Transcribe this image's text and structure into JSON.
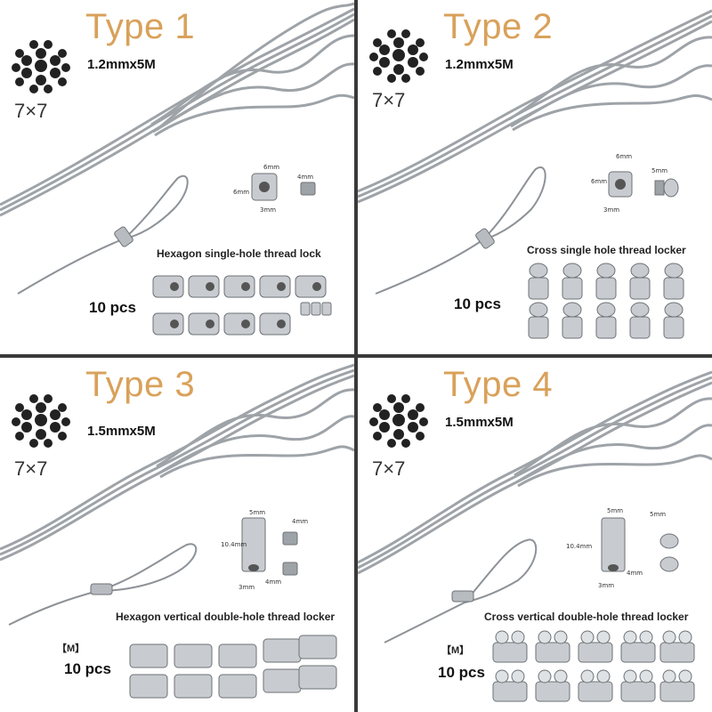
{
  "panels": [
    {
      "title": "Type 1",
      "strand_label": "7×7",
      "size": "1.2mmx5M",
      "part_name": "Hexagon single-hole thread lock",
      "quantity": "10 pcs",
      "tag": "",
      "dimensions": [
        "6mm",
        "6mm",
        "4mm",
        "3mm"
      ]
    },
    {
      "title": "Type 2",
      "strand_label": "7×7",
      "size": "1.2mmx5M",
      "part_name": "Cross single hole thread locker",
      "quantity": "10 pcs",
      "tag": "",
      "dimensions": [
        "6mm",
        "6mm",
        "5mm",
        "3mm"
      ]
    },
    {
      "title": "Type 3",
      "strand_label": "7×7",
      "size": "1.5mmx5M",
      "part_name": "Hexagon vertical double-hole thread locker",
      "quantity": "10 pcs",
      "tag": "【M】",
      "dimensions": [
        "5mm",
        "10.4mm",
        "4mm",
        "3mm",
        "4mm"
      ]
    },
    {
      "title": "Type 4",
      "strand_label": "7×7",
      "size": "1.5mmx5M",
      "part_name": "Cross vertical double-hole thread locker",
      "quantity": "10 pcs",
      "tag": "【M】",
      "dimensions": [
        "5mm",
        "10.4mm",
        "5mm",
        "3mm",
        "4mm"
      ]
    }
  ],
  "colors": {
    "title": "#d9a15a",
    "divider": "#3a3a3a",
    "steel": "#b8bcc0",
    "steel_dark": "#7f8489"
  }
}
